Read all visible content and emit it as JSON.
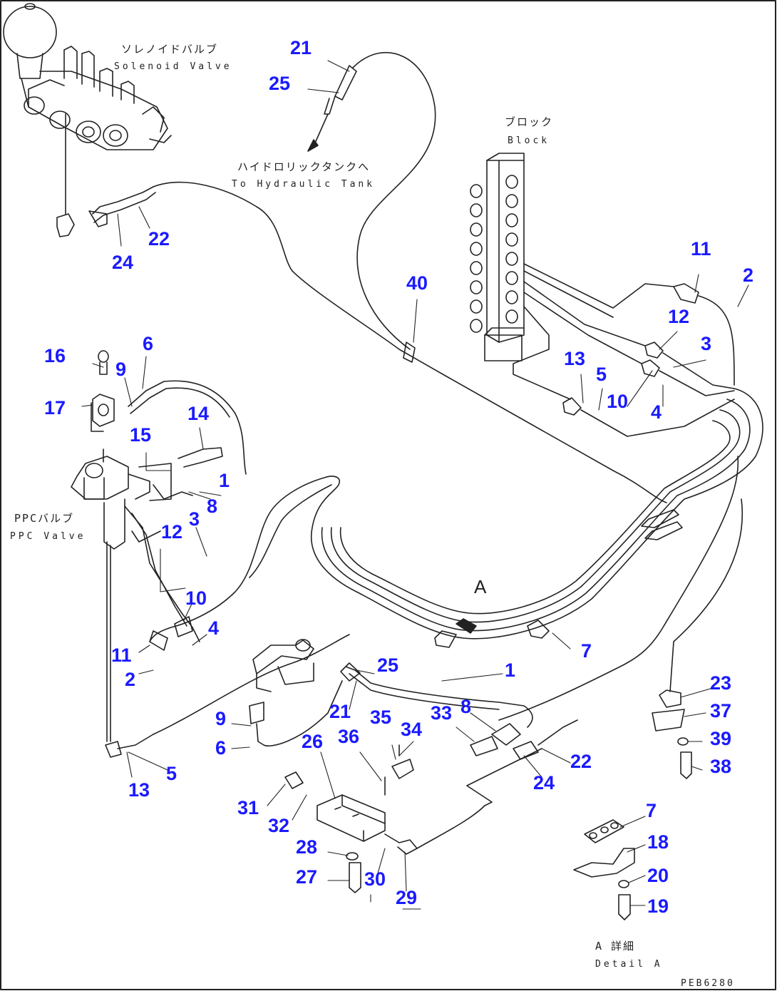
{
  "labels": {
    "solenoid_jp": "ソレノイドバルブ",
    "solenoid_en": "Solenoid Valve",
    "tank_jp": "ハイドロリックタンクへ",
    "tank_en": "To Hydraulic Tank",
    "block_jp": "ブロック",
    "block_en": "Block",
    "ppc_jp": "PPCバルブ",
    "ppc_en": "PPC Valve",
    "detail_jp": "A 詳細",
    "detail_en": "Detail A",
    "view_letter": "A",
    "drawing_code": "PEB6280"
  },
  "callouts": {
    "c21a": "21",
    "c25a": "25",
    "c22a": "22",
    "c24a": "24",
    "c11a": "11",
    "c2a": "2",
    "c40": "40",
    "c12a": "12",
    "c3a": "3",
    "c13a": "13",
    "c5a": "5",
    "c10a": "10",
    "c4a": "4",
    "c16": "16",
    "c6a": "6",
    "c9a": "9",
    "c17": "17",
    "c14": "14",
    "c15": "15",
    "c1a": "1",
    "c8a": "8",
    "c3b": "3",
    "c12b": "12",
    "c10b": "10",
    "c4b": "4",
    "c11b": "11",
    "c2b": "2",
    "c7a": "7",
    "c1b": "1",
    "c25b": "25",
    "c21b": "21",
    "c8b": "8",
    "c23": "23",
    "c37": "37",
    "c39": "39",
    "c38": "38",
    "c9b": "9",
    "c6b": "6",
    "c13b": "13",
    "c5b": "5",
    "c26": "26",
    "c36": "36",
    "c35": "35",
    "c34": "34",
    "c33": "33",
    "c22b": "22",
    "c24b": "24",
    "c31": "31",
    "c32": "32",
    "c28": "28",
    "c27": "27",
    "c30": "30",
    "c29": "29",
    "c7b": "7",
    "c18": "18",
    "c20": "20",
    "c19": "19"
  }
}
